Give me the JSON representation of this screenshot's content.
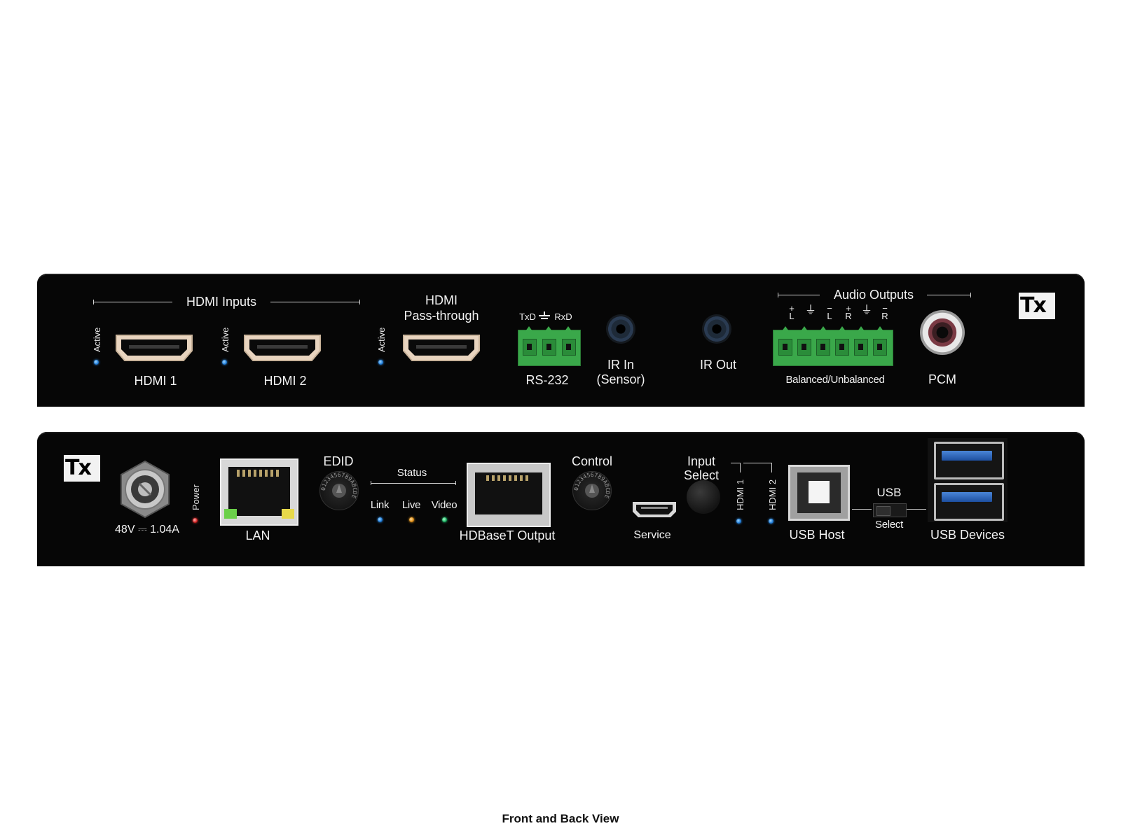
{
  "front": {
    "logo": "Tx",
    "hdmi_inputs_header": "HDMI Inputs",
    "active_label": "Active",
    "hdmi1_label": "HDMI 1",
    "hdmi2_label": "HDMI 2",
    "hdmi_pass_line1": "HDMI",
    "hdmi_pass_line2": "Pass-through",
    "rs232_txd": "TxD",
    "rs232_rxd": "RxD",
    "rs232_label": "RS-232",
    "ir_in_line1": "IR In",
    "ir_in_line2": "(Sensor)",
    "ir_out_label": "IR Out",
    "audio_outputs_header": "Audio Outputs",
    "audio_pins": [
      "+\nL",
      "⏚",
      "−\nL",
      "+\nR",
      "⏚",
      "−\nR"
    ],
    "balanced_label": "Balanced/Unbalanced",
    "pcm_label": "PCM"
  },
  "back": {
    "logo": "Tx",
    "power_rating": "48V ⎓ 1.04A",
    "power_label": "Power",
    "lan_label": "LAN",
    "edid_label": "EDID",
    "status_header": "Status",
    "status_link": "Link",
    "status_live": "Live",
    "status_video": "Video",
    "hdbaset_label": "HDBaseT Output",
    "control_label": "Control",
    "dial_chars": "0123456789ABCDE",
    "service_label": "Service",
    "input_select_line1": "Input",
    "input_select_line2": "Select",
    "hdmi1_vertical": "HDMI 1",
    "hdmi2_vertical": "HDMI 2",
    "usb_host_label": "USB Host",
    "usb_label": "USB",
    "select_label": "Select",
    "usb_devices_label": "USB Devices"
  },
  "caption": "Front and Back View",
  "colors": {
    "panel": "#060606",
    "terminal_green": "#3aa84a",
    "led_blue": "#1c7ad8",
    "led_red": "#d02020",
    "led_orange": "#e08a10",
    "led_green": "#18b060",
    "usb3_blue": "#2f68c0"
  }
}
